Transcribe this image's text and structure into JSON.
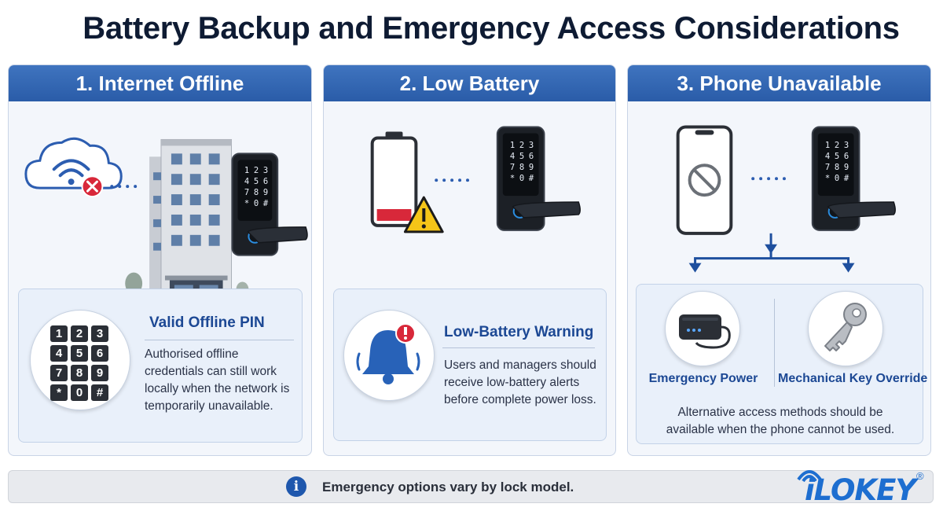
{
  "title": "Battery Backup and Emergency Access Considerations",
  "panels": [
    {
      "header": "1. Internet Offline",
      "box_title": "Valid Offline PIN",
      "box_text": "Authorised offline credentials can still work locally when the network is temporarily unavailable.",
      "keypad": [
        "1",
        "2",
        "3",
        "4",
        "5",
        "6",
        "7",
        "8",
        "9",
        "*",
        "0",
        "#"
      ]
    },
    {
      "header": "2. Low Battery",
      "box_title": "Low-Battery Warning",
      "box_text": "Users and managers should receive low-battery alerts before complete power loss.",
      "battery_level": 0.15
    },
    {
      "header": "3. Phone Unavailable",
      "option_left": "Emergency Power",
      "option_right": "Mechanical Key Override",
      "box_text": "Alternative access methods should be available when the phone cannot be used."
    }
  ],
  "lock_keys": [
    "1",
    "2",
    "3",
    "4",
    "5",
    "6",
    "7",
    "8",
    "9",
    "*",
    "0",
    "#"
  ],
  "footer": {
    "icon": "info-icon",
    "text": "Emergency options vary by lock model."
  },
  "logo": {
    "text": "iLOKEY",
    "mark": "®"
  },
  "colors": {
    "header": "#2a5ca8",
    "accent": "#1c4894",
    "warning": "#f5c518",
    "alert": "#d8283a"
  }
}
